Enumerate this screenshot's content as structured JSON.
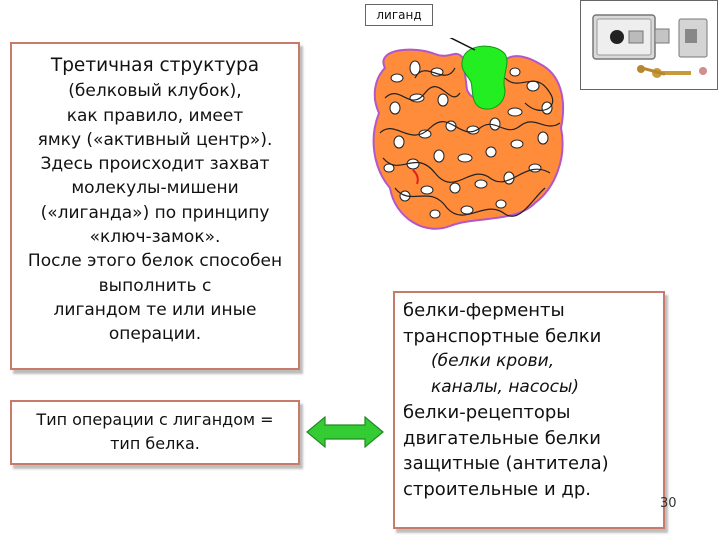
{
  "ligand_label": "лиганд",
  "tertiary_box": {
    "title": "Третичная структура",
    "lines": [
      "(белковый клубок),",
      "как правило, имеет",
      "ямку («активный центр»).",
      "Здесь происходит захват",
      "молекулы-мишени",
      "(«лиганда») по принципу",
      "«ключ-замок».",
      "После этого белок способен",
      "выполнить с",
      "лигандом те или иные",
      "операции."
    ]
  },
  "operation_box": {
    "lines": [
      "Тип операции с лигандом =",
      "тип белка."
    ]
  },
  "protein_list": {
    "item1": "белки-ферменты",
    "item2": "транспортные белки",
    "sub1": "(белки крови,",
    "sub2": "каналы, насосы)",
    "item3": "белки-рецепторы",
    "item4": "двигательные белки",
    "item5": "защитные (антитела)",
    "item6": "строительные и др."
  },
  "page_number": "30",
  "colors": {
    "protein_fill": "#ff8c3a",
    "protein_outline": "#b455c8",
    "ligand_fill": "#22ee22",
    "arrow_fill": "#33cc33",
    "box_border": "#c97a6a"
  },
  "icons": {
    "lock": "door-lock-with-keys-image",
    "arrow": "double-headed-arrow"
  }
}
